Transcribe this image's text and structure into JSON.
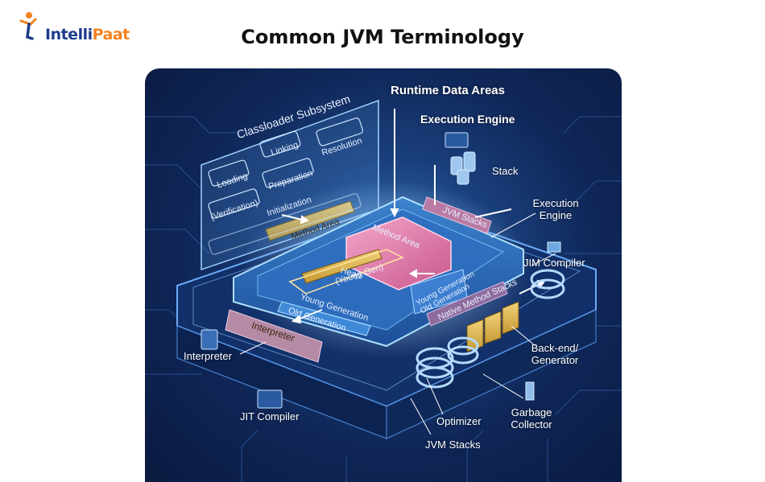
{
  "brand": {
    "name_first": "Intelli",
    "name_second": "Paat",
    "accent": "#f4831f",
    "primary": "#1e3c8c"
  },
  "title": "Common JVM Terminology",
  "diagram": {
    "labels": {
      "classloader": "Classloader Subsystem",
      "runtime": "Runtime Data Areas",
      "exec_engine_top": "Execution Engine",
      "stack": "Stack",
      "exec_engine_right": "Execution Engine",
      "jim_compiler": "JIM Compiler",
      "interpreter": "Interpreter",
      "backend": "Back-end/ Generator",
      "jit_compiler": "JIT Compiler",
      "garbage": "Garbage Collector",
      "optimizer": "Optimizer",
      "jvm_stacks_bottom": "JVM Stacks"
    },
    "chips": {
      "loading": "Loading",
      "linking": "Linking",
      "resolution": "Resolution",
      "verification": "(Verification)",
      "preparation": "Preparation",
      "initialization": "Initialization",
      "method_area_left": "Method Area",
      "method_area_center": "Method Area",
      "jvm_stacks_chip": "JVM Stacks",
      "heap": "Heap",
      "young_gen_paren": "(Young Gen)",
      "young_generation": "Young Generation",
      "old_generation": "Old Generation",
      "young_old": "Young Generation Old Generation",
      "native_method_stacks": "Native Method Stacks",
      "interpreter_chip": "Interpreter"
    }
  }
}
